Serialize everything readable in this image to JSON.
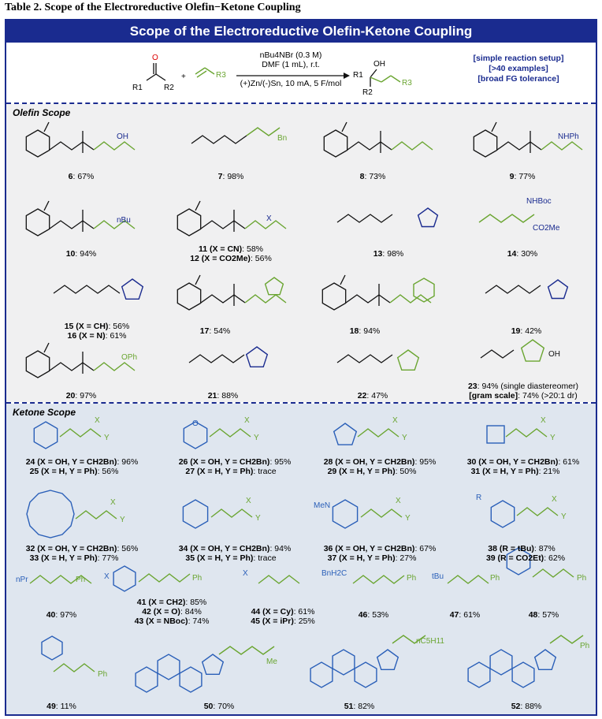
{
  "table_caption": "Table 2. Scope of the Electroreductive Olefin−Ketone Coupling",
  "banner_title": "Scope of the Electroreductive Olefin-Ketone Coupling",
  "reaction": {
    "ketone_R1": "R1",
    "ketone_R2": "R2",
    "olefin_R3": "R3",
    "plus": "+",
    "cond1": "nBu4NBr (0.3 M)",
    "cond2": "DMF (1 mL), r.t.",
    "cond3": "(+)Zn/(-)Sn, 10 mA, 5 F/mol",
    "product_oh": "OH",
    "features": [
      "[simple reaction setup]",
      "[>40 examples]",
      "[broad FG tolerance]"
    ]
  },
  "olefin_scope": {
    "title": "Olefin Scope",
    "entries": [
      {
        "id": "6",
        "yield": ": 67%"
      },
      {
        "id": "7",
        "yield": ": 98%"
      },
      {
        "id": "8",
        "yield": ": 73%"
      },
      {
        "id": "9",
        "yield": ": 77%"
      },
      {
        "id": "10",
        "yield": ": 94%"
      },
      {
        "id": "11 (X = CN)",
        "yield": ": 58%"
      },
      {
        "id": "12 (X = CO2Me)",
        "yield": ": 56%"
      },
      {
        "id": "13",
        "yield": ": 98%"
      },
      {
        "id": "14",
        "yield": ": 30%"
      },
      {
        "id": "15 (X = CH)",
        "yield": ": 56%"
      },
      {
        "id": "16 (X = N)",
        "yield": ": 61%"
      },
      {
        "id": "17",
        "yield": ": 54%"
      },
      {
        "id": "18",
        "yield": ": 94%"
      },
      {
        "id": "19",
        "yield": ": 42%"
      },
      {
        "id": "20",
        "yield": ": 97%"
      },
      {
        "id": "21",
        "yield": ": 88%"
      },
      {
        "id": "22",
        "yield": ": 47%"
      },
      {
        "id": "23",
        "yield": ": 94% (single diastereomer)"
      },
      {
        "id": "[gram scale]",
        "yield": ": 74% (>20:1 dr)"
      }
    ]
  },
  "ketone_scope": {
    "title": "Ketone Scope",
    "entries": [
      {
        "id": "24 (X = OH, Y = CH2Bn)",
        "yield": ": 96%"
      },
      {
        "id": "25 (X = H, Y = Ph)",
        "yield": ": 56%"
      },
      {
        "id": "26 (X = OH, Y = CH2Bn)",
        "yield": ": 95%"
      },
      {
        "id": "27 (X = H, Y = Ph)",
        "yield": ": trace"
      },
      {
        "id": "28 (X = OH, Y = CH2Bn)",
        "yield": ": 95%"
      },
      {
        "id": "29 (X = H, Y = Ph)",
        "yield": ": 50%"
      },
      {
        "id": "30 (X = OH, Y = CH2Bn)",
        "yield": ": 61%"
      },
      {
        "id": "31 (X = H, Y = Ph)",
        "yield": ": 21%"
      },
      {
        "id": "32 (X = OH, Y = CH2Bn)",
        "yield": ": 56%"
      },
      {
        "id": "33 (X = H, Y = Ph)",
        "yield": ": 77%"
      },
      {
        "id": "34 (X = OH, Y = CH2Bn)",
        "yield": ": 94%"
      },
      {
        "id": "35 (X = H, Y = Ph)",
        "yield": ": trace"
      },
      {
        "id": "36 (X = OH, Y = CH2Bn)",
        "yield": ": 67%"
      },
      {
        "id": "37 (X = H, Y = Ph)",
        "yield": ": 27%"
      },
      {
        "id": "38 (R = tBu)",
        "yield": ": 87%"
      },
      {
        "id": "39 (R = CO2Et)",
        "yield": ": 62%"
      },
      {
        "id": "40",
        "yield": ": 97%"
      },
      {
        "id": "41 (X = CH2)",
        "yield": ": 85%"
      },
      {
        "id": "42 (X = O)",
        "yield": ": 84%"
      },
      {
        "id": "43 (X = NBoc)",
        "yield": ": 74%"
      },
      {
        "id": "44 (X = Cy)",
        "yield": ": 61%"
      },
      {
        "id": "45 (X = iPr)",
        "yield": ": 25%"
      },
      {
        "id": "46",
        "yield": ": 53%"
      },
      {
        "id": "47",
        "yield": ": 61%"
      },
      {
        "id": "48",
        "yield": ": 57%"
      },
      {
        "id": "49",
        "yield": ": 11%"
      },
      {
        "id": "50",
        "yield": ": 70%"
      },
      {
        "id": "51",
        "yield": ": 82%"
      },
      {
        "id": "52",
        "yield": ": 88%"
      }
    ]
  },
  "colors": {
    "navy": "#1a2b8f",
    "green": "#6aa531",
    "blue": "#2a5fb8",
    "olefin_bg": "#f0f0f1",
    "ketone_bg": "#dfe6ef"
  }
}
